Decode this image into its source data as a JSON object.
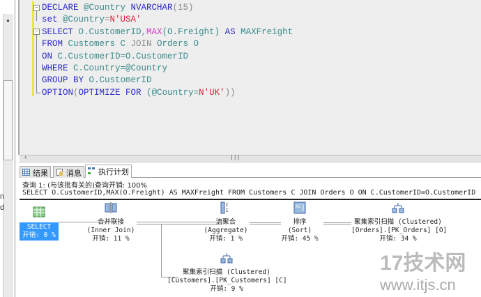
{
  "left_panel": {
    "fragments": [
      "n",
      "d"
    ]
  },
  "editor": {
    "lines": [
      [
        {
          "t": "DECLARE ",
          "c": "kw"
        },
        {
          "t": "@Country ",
          "c": "id"
        },
        {
          "t": "NVARCHAR",
          "c": "kw"
        },
        {
          "t": "(15)",
          "c": "gr"
        }
      ],
      [
        {
          "t": "set ",
          "c": "kw"
        },
        {
          "t": "@Country",
          "c": "id"
        },
        {
          "t": "=",
          "c": "gr"
        },
        {
          "t": "N'USA'",
          "c": "str"
        }
      ],
      [
        {
          "t": "SELECT ",
          "c": "kw"
        },
        {
          "t": "O.CustomerID",
          "c": "id"
        },
        {
          "t": ",",
          "c": "gr"
        },
        {
          "t": "MAX",
          "c": "fn"
        },
        {
          "t": "(O.Freight) ",
          "c": "id"
        },
        {
          "t": "AS ",
          "c": "kw"
        },
        {
          "t": "MAXFreight",
          "c": "id"
        }
      ],
      [
        {
          "t": "FROM ",
          "c": "kw"
        },
        {
          "t": "Customers C ",
          "c": "id"
        },
        {
          "t": "JOIN ",
          "c": "gr"
        },
        {
          "t": "Orders O",
          "c": "id"
        }
      ],
      [
        {
          "t": "ON ",
          "c": "kw"
        },
        {
          "t": "C.CustomerID=O.CustomerID",
          "c": "id"
        }
      ],
      [
        {
          "t": "WHERE ",
          "c": "kw"
        },
        {
          "t": "C.Country=@Country",
          "c": "id"
        }
      ],
      [
        {
          "t": "GROUP BY ",
          "c": "kw"
        },
        {
          "t": "O.CustomerID",
          "c": "id"
        }
      ],
      [
        {
          "t": "OPTION",
          "c": "kw"
        },
        {
          "t": "(",
          "c": "gr"
        },
        {
          "t": "OPTIMIZE FOR ",
          "c": "kw"
        },
        {
          "t": "(@Country=",
          "c": "id"
        },
        {
          "t": "N'UK'",
          "c": "str"
        },
        {
          "t": "))",
          "c": "gr"
        }
      ]
    ]
  },
  "tabs": [
    {
      "label": "结果",
      "icon": "grid-icon"
    },
    {
      "label": "消息",
      "icon": "message-icon"
    },
    {
      "label": "执行计划",
      "icon": "execution-plan-icon",
      "active": true
    }
  ],
  "plan": {
    "query_header": "查询 1: (与该批有关的)查询开销: 100%",
    "query_text": "SELECT O.CustomerID,MAX(O.Freight) AS MAXFreight FROM Customers C JOIN Orders O ON C.CustomerID=O.CustomerID",
    "nodes": {
      "select": {
        "name": "SELECT",
        "cost": "开销: 0 %"
      },
      "merge_join": {
        "name": "合并联接",
        "sub": "(Inner Join)",
        "cost": "开销: 11 %"
      },
      "aggregate": {
        "name": "流聚合",
        "sub": "(Aggregate)",
        "cost": "开销: 1 %"
      },
      "sort": {
        "name": "排序",
        "sub": "(Sort)",
        "cost": "开销: 45 %"
      },
      "scan_orders": {
        "name": "聚集索引扫描 (Clustered)",
        "sub": "[Orders].[PK_Orders] [O]",
        "cost": "开销: 34 %"
      },
      "scan_customers": {
        "name": "聚集索引扫描 (Clustered)",
        "sub": "[Customers].[PK_Customers] [C]",
        "cost": "开销: 9 %"
      }
    }
  },
  "watermark": {
    "brand": "17技术网",
    "url": "www.itjs.cn"
  }
}
